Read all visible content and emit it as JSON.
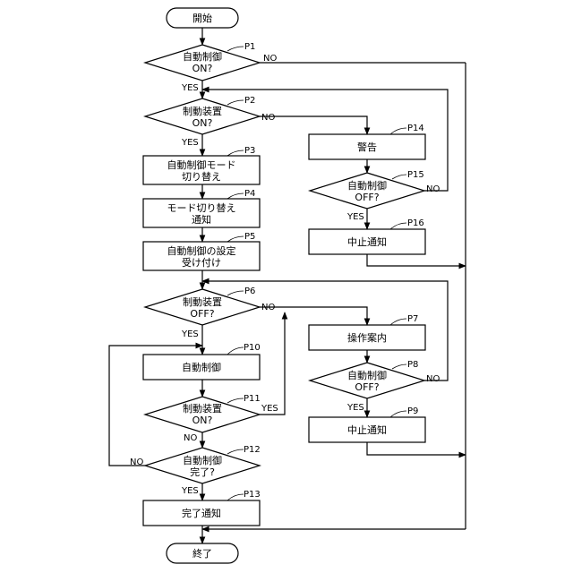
{
  "start": "開始",
  "end": "終了",
  "yes": "YES",
  "no": "NO",
  "steps": {
    "P1": {
      "id": "P1",
      "lines": [
        "自動制御",
        "ON?"
      ]
    },
    "P2": {
      "id": "P2",
      "lines": [
        "制動装置",
        "ON?"
      ]
    },
    "P3": {
      "id": "P3",
      "lines": [
        "自動制御モード",
        "切り替え"
      ]
    },
    "P4": {
      "id": "P4",
      "lines": [
        "モード切り替え",
        "通知"
      ]
    },
    "P5": {
      "id": "P5",
      "lines": [
        "自動制御の設定",
        "受け付け"
      ]
    },
    "P6": {
      "id": "P6",
      "lines": [
        "制動装置",
        "OFF?"
      ]
    },
    "P7": {
      "id": "P7",
      "lines": [
        "操作案内"
      ]
    },
    "P8": {
      "id": "P8",
      "lines": [
        "自動制御",
        "OFF?"
      ]
    },
    "P9": {
      "id": "P9",
      "lines": [
        "中止通知"
      ]
    },
    "P10": {
      "id": "P10",
      "lines": [
        "自動制御"
      ]
    },
    "P11": {
      "id": "P11",
      "lines": [
        "制動装置",
        "ON?"
      ]
    },
    "P12": {
      "id": "P12",
      "lines": [
        "自動制御",
        "完了?"
      ]
    },
    "P13": {
      "id": "P13",
      "lines": [
        "完了通知"
      ]
    },
    "P14": {
      "id": "P14",
      "lines": [
        "警告"
      ]
    },
    "P15": {
      "id": "P15",
      "lines": [
        "自動制御",
        "OFF?"
      ]
    },
    "P16": {
      "id": "P16",
      "lines": [
        "中止通知"
      ]
    }
  }
}
